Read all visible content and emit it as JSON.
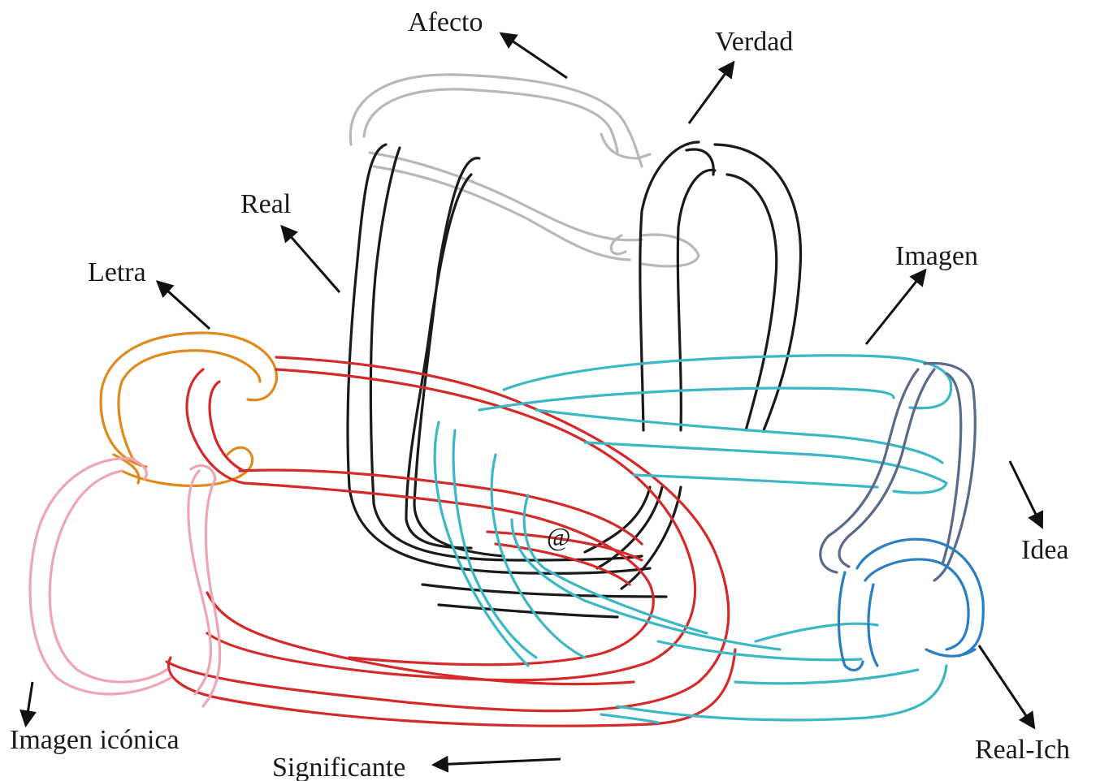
{
  "labels": {
    "afecto": "Afecto",
    "verdad": "Verdad",
    "real": "Real",
    "letra": "Letra",
    "imagen": "Imagen",
    "idea": "Idea",
    "imagen_iconica": "Imagen icónica",
    "significante": "Significante",
    "real_ich": "Real-Ich",
    "center": "@"
  },
  "colors": {
    "afecto": "#b8b8b8",
    "real": "#1a1a1a",
    "letra": "#e08a1e",
    "significante": "#d42a2a",
    "imagen_iconica": "#eea5b4",
    "imagen": "#3bb8c4",
    "idea": "#5a6a8a",
    "real_ich": "#2a7fc4",
    "arrow": "#111111"
  },
  "icons": {
    "arrowheads": "arrowhead"
  }
}
